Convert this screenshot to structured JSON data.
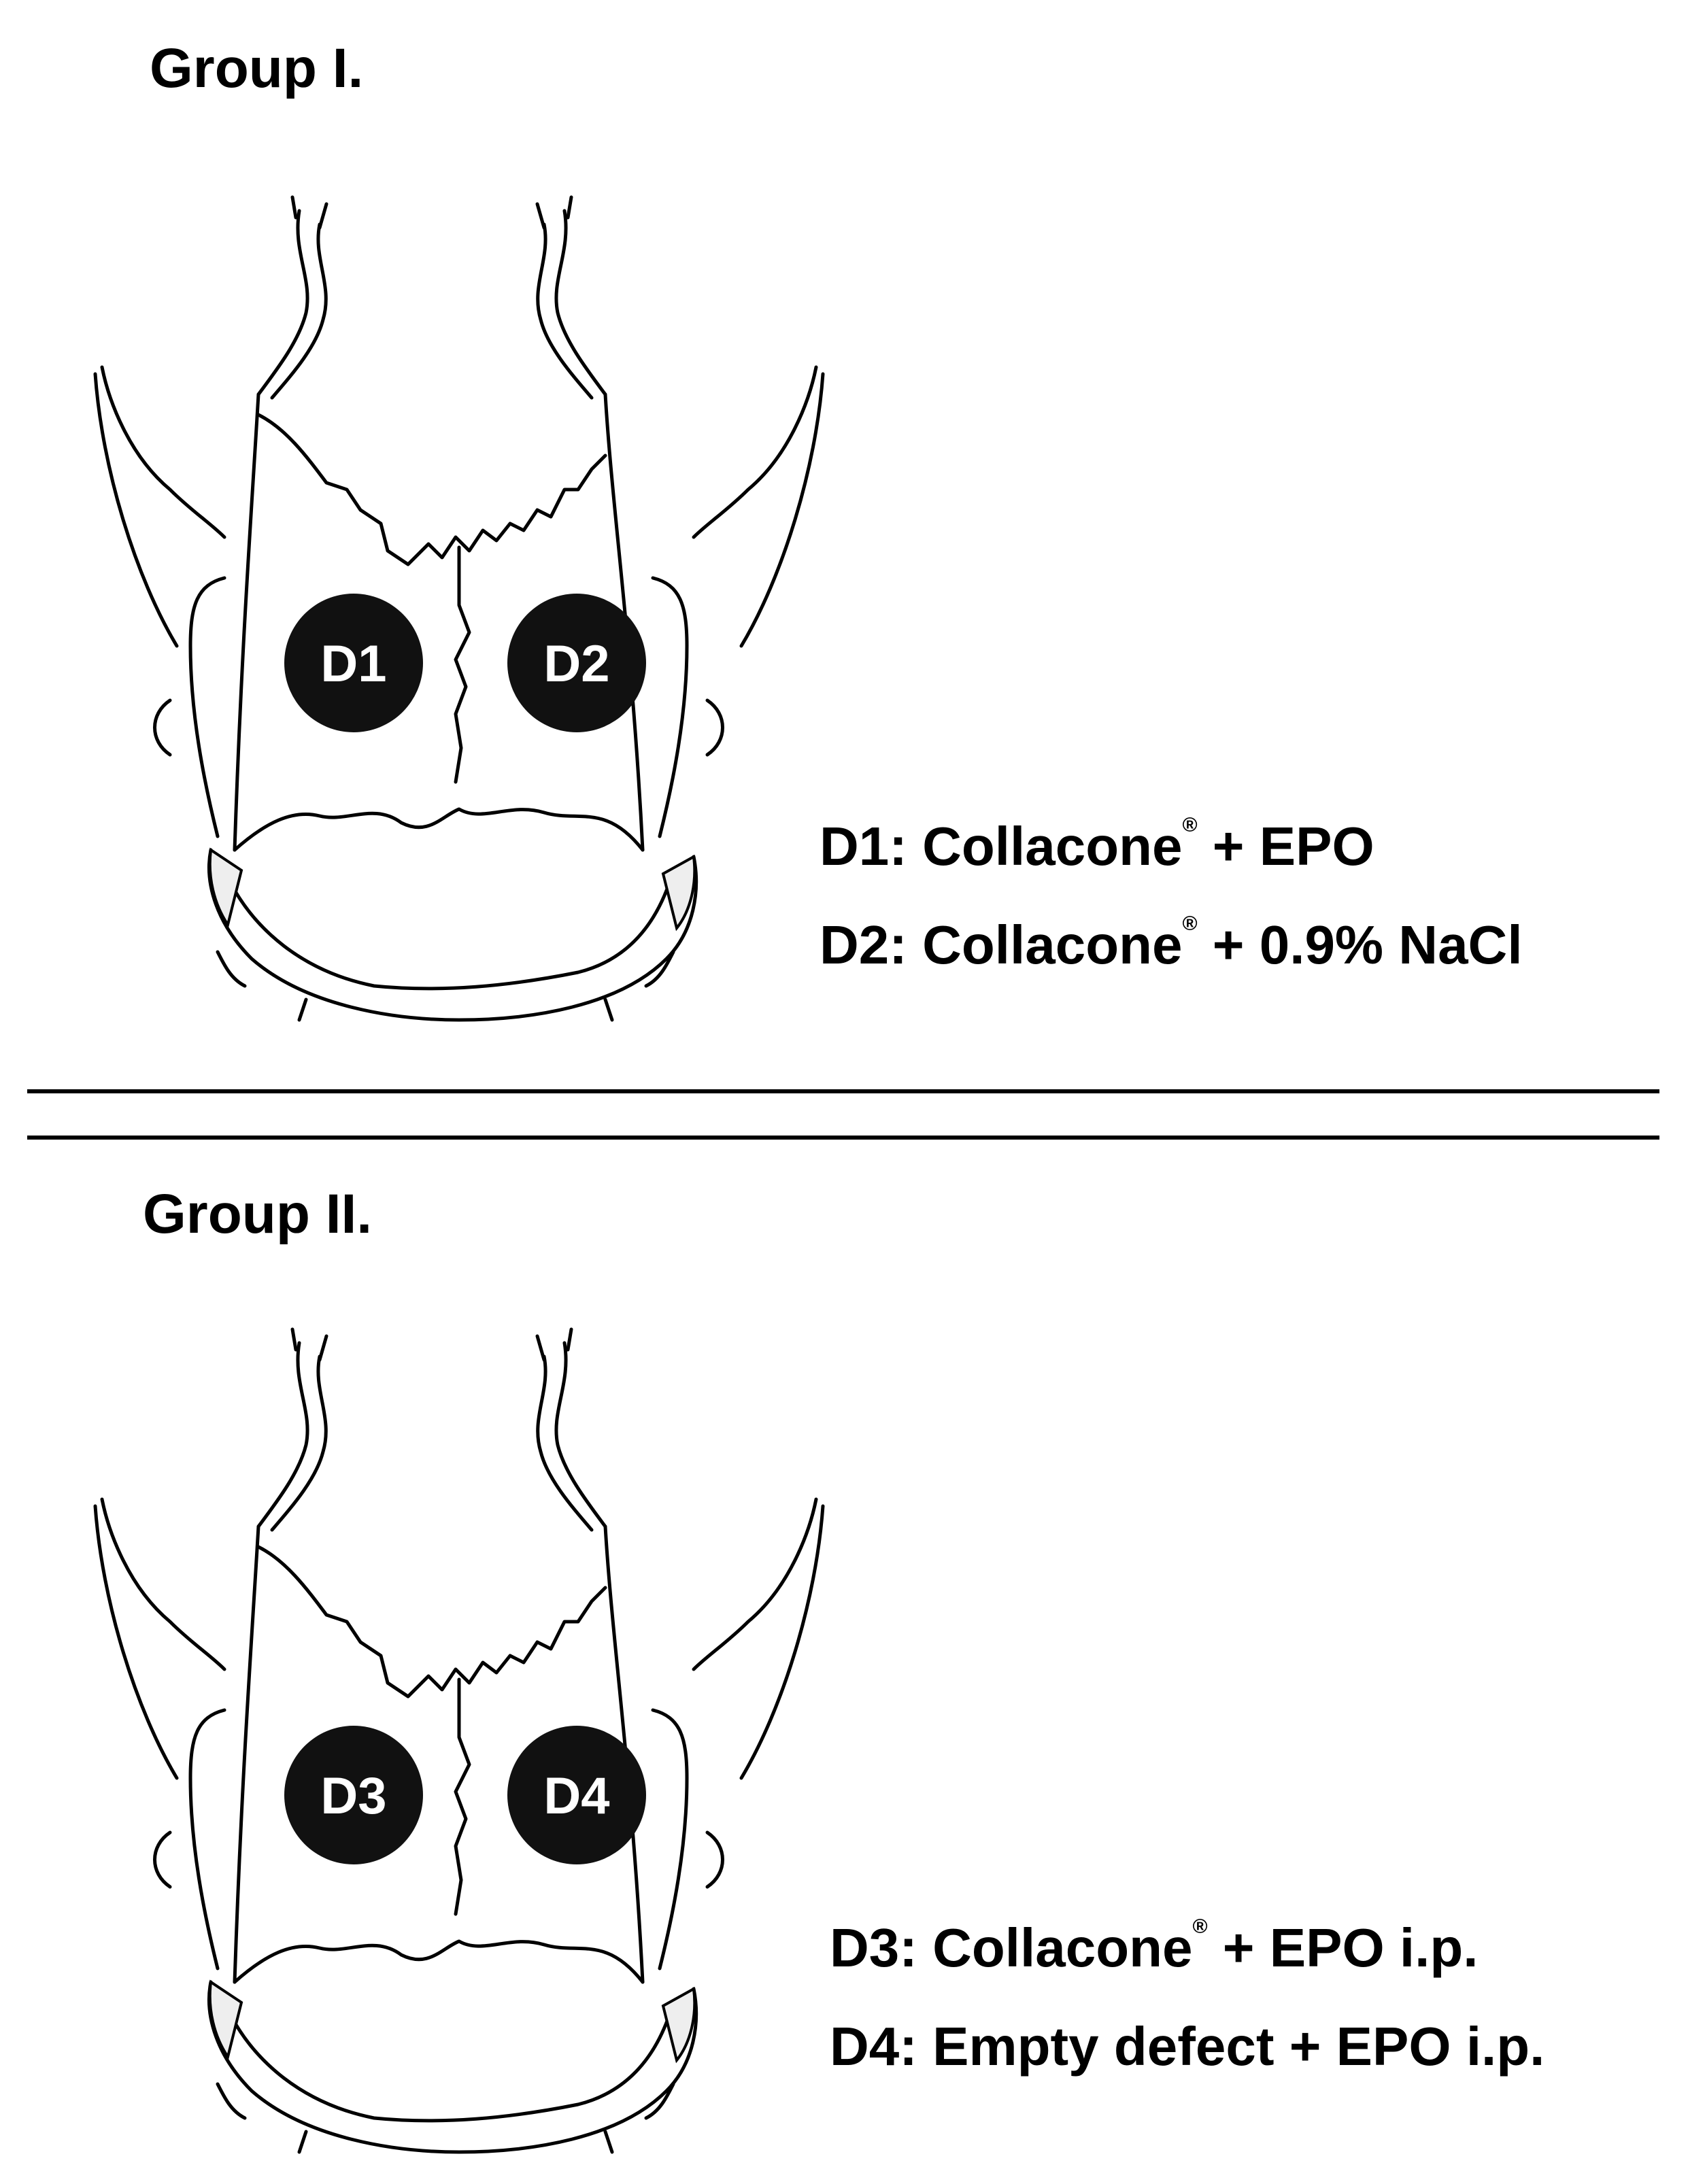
{
  "groups": [
    {
      "title": "Group I.",
      "defects": [
        "D1",
        "D2"
      ],
      "legend": [
        {
          "id": "D1",
          "label": "D1: Collacone",
          "mark": "®",
          "rest": " + EPO"
        },
        {
          "id": "D2",
          "label": "D2: Collacone",
          "mark": "®",
          "rest": " +  0.9% NaCl"
        }
      ]
    },
    {
      "title": "Group II.",
      "defects": [
        "D3",
        "D4"
      ],
      "legend": [
        {
          "id": "D3",
          "label": "D3: Collacone",
          "mark": "®",
          "rest": " + EPO i.p."
        },
        {
          "id": "D4",
          "label": "D4: Empty defect",
          "mark": "",
          "rest": "  + EPO i.p."
        }
      ]
    }
  ],
  "colors": {
    "line": "#000000",
    "defect_fill": "#111111",
    "bone_shade": "#eeeeee",
    "background": "#ffffff"
  }
}
